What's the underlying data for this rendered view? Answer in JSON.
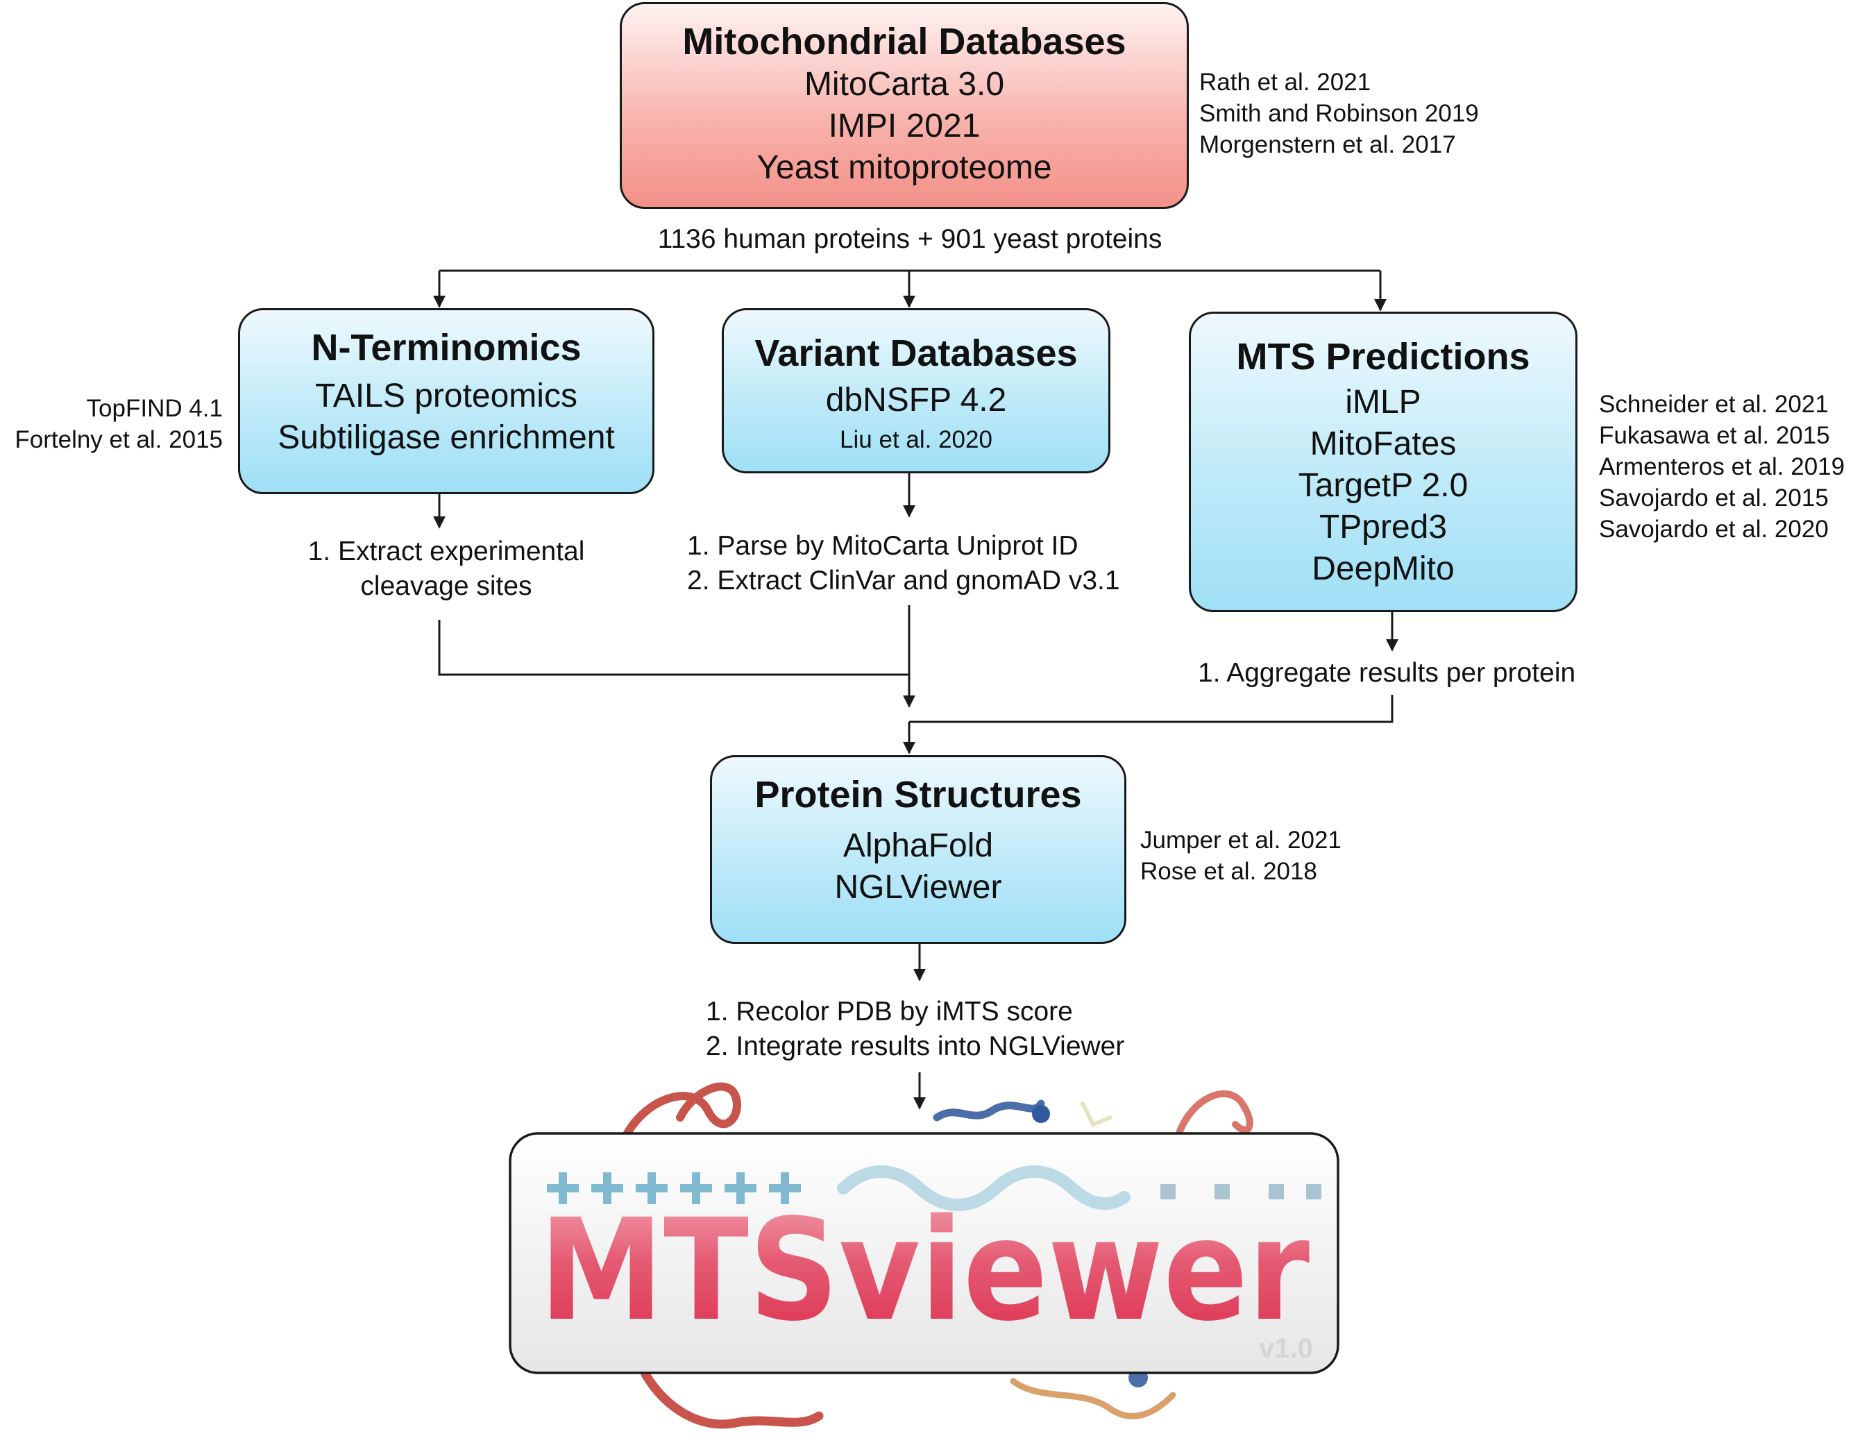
{
  "mito_db": {
    "title": "Mitochondrial Databases",
    "lines": [
      "MitoCarta 3.0",
      "IMPI 2021",
      "Yeast mitoproteome"
    ],
    "refs": [
      "Rath et al. 2021",
      "Smith and Robinson 2019",
      "Morgenstern et al. 2017"
    ]
  },
  "protein_counts": "1136 human proteins + 901 yeast proteins",
  "nterm": {
    "title": "N-Terminomics",
    "lines": [
      "TAILS proteomics",
      "Subtiligase enrichment"
    ],
    "refs": [
      "TopFIND 4.1",
      "Fortelny et al. 2015"
    ],
    "steps": [
      "1. Extract experimental",
      "cleavage sites"
    ]
  },
  "variant": {
    "title": "Variant Databases",
    "lines": [
      "dbNSFP 4.2"
    ],
    "ref_inside": "Liu et al. 2020",
    "steps": [
      "1. Parse by MitoCarta Uniprot ID",
      "2. Extract ClinVar and gnomAD v3.1"
    ]
  },
  "mts": {
    "title": "MTS Predictions",
    "lines": [
      "iMLP",
      "MitoFates",
      "TargetP 2.0",
      "TPpred3",
      "DeepMito"
    ],
    "refs": [
      "Schneider et al. 2021",
      "Fukasawa et al. 2015",
      "Armenteros et al. 2019",
      "Savojardo et al. 2015",
      "Savojardo et al. 2020"
    ],
    "steps": [
      "1. Aggregate results per protein"
    ]
  },
  "structures": {
    "title": "Protein Structures",
    "lines": [
      "AlphaFold",
      "NGLViewer"
    ],
    "refs": [
      "Jumper et al. 2021",
      "Rose et al. 2018"
    ],
    "steps": [
      "1. Recolor PDB by iMTS score",
      "2. Integrate results into NGLViewer"
    ]
  },
  "logo": {
    "wordmark": "MTSviewer",
    "version": "v1.0",
    "colors": {
      "wordmark": "#e0405a",
      "plus": "#7fbad0",
      "wave": "#bcd9e6",
      "dot": "#a9c4d0"
    }
  },
  "colors": {
    "red_box": "#f29188",
    "blue_box": "#9fdff6",
    "line": "#1a1a1a"
  }
}
